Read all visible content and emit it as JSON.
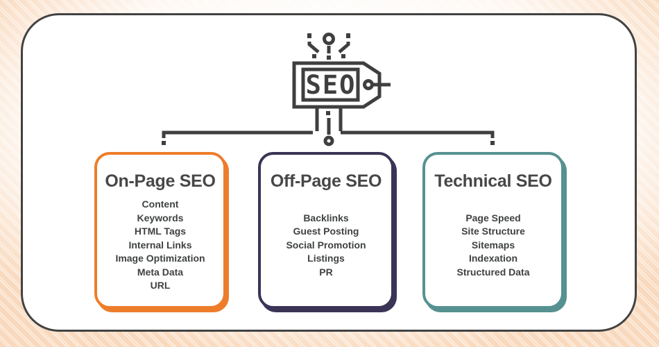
{
  "icon": {
    "label": "SEO"
  },
  "colors": {
    "line": "#3f3f3f",
    "frame_border": "#424242",
    "stripe": "#f9d9bd",
    "stripe_light": "#fdf0e4",
    "heading_text": "#474747",
    "item_text": "#3f4142"
  },
  "boxes": [
    {
      "title": "On-Page SEO",
      "accent": "#ee7d2b",
      "items": [
        "Content",
        "Keywords",
        "HTML Tags",
        "Internal Links",
        "Image Optimization",
        "Meta Data",
        "URL"
      ]
    },
    {
      "title": "Off-Page SEO",
      "accent": "#3b3456",
      "items": [
        "Backlinks",
        "Guest Posting",
        "Social Promotion",
        "Listings",
        "PR"
      ]
    },
    {
      "title": "Technical SEO",
      "accent": "#569190",
      "items": [
        "Page Speed",
        "Site Structure",
        "Sitemaps",
        "Indexation",
        "Structured Data"
      ]
    }
  ]
}
